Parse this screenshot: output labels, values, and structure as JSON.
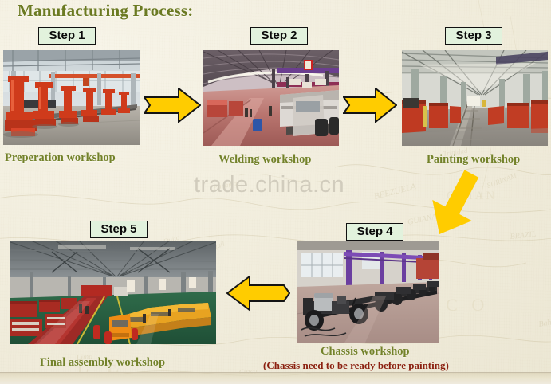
{
  "page": {
    "title": "Manufacturing Process:",
    "watermark": "trade.china.cn",
    "title_color": "#6b7a22",
    "caption_color": "#73822a",
    "note_color": "#8b2010",
    "arrow_color": "#FFCC00",
    "badge_fill": "#e2f2dd",
    "background_color": "#f2eede"
  },
  "steps": [
    {
      "badge": "Step 1",
      "caption": "Preperation workshop",
      "note": "",
      "photo_name": "preparation-workshop-photo",
      "photo_alt": "Red steel frame jig machines lined up in a bright factory hall"
    },
    {
      "badge": "Step 2",
      "caption": "Welding workshop",
      "note": "",
      "photo_name": "welding-workshop-photo",
      "photo_alt": "Bus bodies on a welding line under a long arched factory roof"
    },
    {
      "badge": "Step 3",
      "caption": "Painting workshop",
      "note": "",
      "photo_name": "painting-workshop-photo",
      "photo_alt": "Red paint booths along a rail track inside a steel-framed hall"
    },
    {
      "badge": "Step 4",
      "caption": "Chassis workshop",
      "note": "(Chassis need to be ready before painting)",
      "photo_name": "chassis-workshop-photo",
      "photo_alt": "Row of bare bus chassis with wheels and axles in a workshop"
    },
    {
      "badge": "Step 5",
      "caption": "Final assembly workshop",
      "note": "",
      "photo_name": "final-assembly-workshop-photo",
      "photo_alt": "Yellow buses on the final assembly line with red tool carts"
    }
  ],
  "arrows": [
    {
      "name": "arrow-step1-to-step2",
      "direction": "right"
    },
    {
      "name": "arrow-step2-to-step3",
      "direction": "right"
    },
    {
      "name": "arrow-step3-to-step4",
      "direction": "down-left"
    },
    {
      "name": "arrow-step4-to-step5",
      "direction": "left"
    }
  ]
}
